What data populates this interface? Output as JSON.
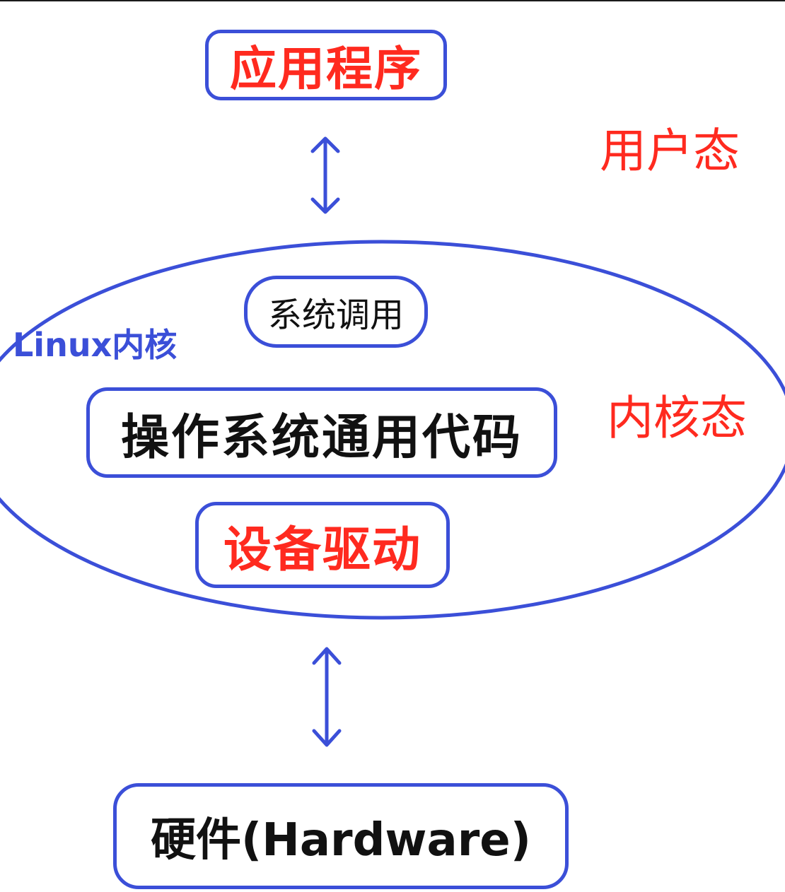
{
  "diagram": {
    "application": "应用程序",
    "user_mode": "用户态",
    "linux_kernel": "Linux内核",
    "system_call": "系统调用",
    "os_generic_code": "操作系统通用代码",
    "kernel_mode": "内核态",
    "device_driver": "设备驱动",
    "hardware": "硬件(Hardware)"
  },
  "colors": {
    "outline": "#3b4fd8",
    "emphasis_text": "#ff2a1f",
    "body_text": "#111111"
  },
  "icons": [
    "double-arrow-icon"
  ]
}
